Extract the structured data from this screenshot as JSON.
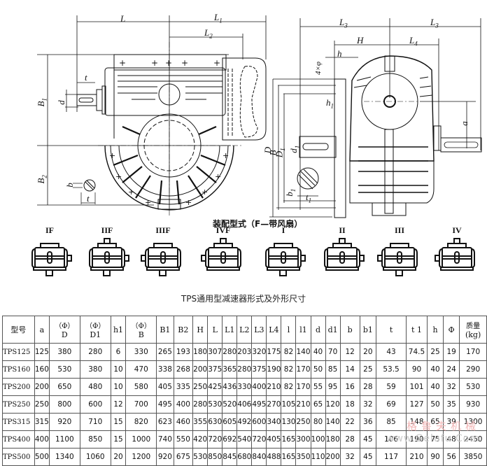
{
  "drawing": {
    "dimension_labels": {
      "L": "L",
      "L1": "L",
      "L1_sub": "1",
      "L2": "L",
      "L2_sub": "2",
      "L3_left": "L",
      "L3_left_sub": "3",
      "L3_right": "L",
      "L3_right_sub": "3",
      "H": "H",
      "L4": "L",
      "L4_sub": "4",
      "h": "h",
      "h1": "h",
      "h1_sub": "1",
      "hole": "4×φ",
      "B1": "B",
      "B1_sub": "1",
      "B2": "B",
      "B2_sub": "2",
      "d": "d",
      "t": "t",
      "b": "b",
      "t_lower": "t",
      "D": "D",
      "B": "B",
      "D1": "D",
      "D1_sub": "1",
      "d1": "d",
      "d1_sub": "1",
      "b1": "b",
      "b1_sub": "1",
      "t1": "t",
      "t1_sub": "1",
      "a": "a"
    },
    "assembly_title": "装配型式（F—带风扇）",
    "mounting_types": [
      {
        "label": "IF",
        "shaft_top": false,
        "shaft_bottom": true,
        "shaft_left": false,
        "shaft_right": true
      },
      {
        "label": "IIF",
        "shaft_top": true,
        "shaft_bottom": true,
        "shaft_left": false,
        "shaft_right": true
      },
      {
        "label": "IIIF",
        "shaft_top": false,
        "shaft_bottom": true,
        "shaft_left": true,
        "shaft_right": false
      },
      {
        "label": "IVF",
        "shaft_top": true,
        "shaft_bottom": false,
        "shaft_left": true,
        "shaft_right": false
      },
      {
        "label": "I",
        "shaft_top": false,
        "shaft_bottom": true,
        "shaft_left": false,
        "shaft_right": true
      },
      {
        "label": "II",
        "shaft_top": true,
        "shaft_bottom": false,
        "shaft_left": false,
        "shaft_right": true
      },
      {
        "label": "III",
        "shaft_top": false,
        "shaft_bottom": true,
        "shaft_left": true,
        "shaft_right": false
      },
      {
        "label": "IV",
        "shaft_top": true,
        "shaft_bottom": false,
        "shaft_left": true,
        "shaft_right": false
      }
    ]
  },
  "caption": "TPS通用型减速器形式及外形尺寸",
  "table": {
    "headers": [
      {
        "top": "",
        "main": "型号"
      },
      {
        "top": "",
        "main": "a"
      },
      {
        "top": "（Φ）",
        "main": "D"
      },
      {
        "top": "（Φ）",
        "main": "D1"
      },
      {
        "top": "",
        "main": "h1"
      },
      {
        "top": "（Φ）",
        "main": "B"
      },
      {
        "top": "",
        "main": "B1"
      },
      {
        "top": "",
        "main": "B2"
      },
      {
        "top": "",
        "main": "H"
      },
      {
        "top": "",
        "main": "L"
      },
      {
        "top": "",
        "main": "L1"
      },
      {
        "top": "",
        "main": "L2"
      },
      {
        "top": "",
        "main": "L3"
      },
      {
        "top": "",
        "main": "L4"
      },
      {
        "top": "",
        "main": "l"
      },
      {
        "top": "",
        "main": "l1"
      },
      {
        "top": "",
        "main": "d"
      },
      {
        "top": "",
        "main": "d1"
      },
      {
        "top": "",
        "main": "b"
      },
      {
        "top": "",
        "main": "b1"
      },
      {
        "top": "",
        "main": "t"
      },
      {
        "top": "",
        "main": "t 1"
      },
      {
        "top": "",
        "main": "h"
      },
      {
        "top": "",
        "main": "Φ"
      },
      {
        "top": "质量",
        "main": "(kg)"
      }
    ],
    "rows": [
      [
        "TPS125",
        "125",
        "380",
        "280",
        "6",
        "330",
        "265",
        "193",
        "180",
        "307",
        "280",
        "203",
        "320",
        "175",
        "82",
        "140",
        "40",
        "70",
        "12",
        "20",
        "43",
        "74.5",
        "25",
        "19",
        "170"
      ],
      [
        "TPS160",
        "160",
        "530",
        "380",
        "10",
        "470",
        "338",
        "268",
        "200",
        "375",
        "365",
        "280",
        "375",
        "190",
        "82",
        "170",
        "50",
        "85",
        "14",
        "25",
        "53.5",
        "90",
        "40",
        "24",
        "290"
      ],
      [
        "TPS200",
        "200",
        "650",
        "480",
        "10",
        "580",
        "405",
        "335",
        "250",
        "425",
        "436",
        "330",
        "400",
        "210",
        "82",
        "170",
        "55",
        "95",
        "16",
        "28",
        "59",
        "101",
        "40",
        "32",
        "530"
      ],
      [
        "TPS250",
        "250",
        "800",
        "600",
        "12",
        "700",
        "495",
        "400",
        "280",
        "530",
        "520",
        "406",
        "495",
        "270",
        "105",
        "210",
        "65",
        "120",
        "18",
        "32",
        "69",
        "127",
        "50",
        "35",
        "930"
      ],
      [
        "TPS315",
        "315",
        "920",
        "710",
        "15",
        "820",
        "623",
        "460",
        "355",
        "630",
        "605",
        "492",
        "600",
        "340",
        "130",
        "250",
        "80",
        "140",
        "22",
        "36",
        "85",
        "148",
        "65",
        "39",
        "1300"
      ],
      [
        "TPS400",
        "400",
        "1100",
        "850",
        "15",
        "1000",
        "740",
        "550",
        "420",
        "720",
        "692",
        "540",
        "720",
        "405",
        "165",
        "300",
        "100",
        "180",
        "28",
        "45",
        "106",
        "190",
        "75",
        "48",
        "2450"
      ],
      [
        "TPS500",
        "500",
        "1340",
        "1060",
        "20",
        "1200",
        "920",
        "675",
        "530",
        "850",
        "845",
        "680",
        "840",
        "488",
        "165",
        "350",
        "110",
        "200",
        "32",
        "45",
        "117",
        "210",
        "90",
        "56",
        "3850"
      ]
    ]
  },
  "watermark": {
    "cn": "格鲁夫机械",
    "en": "www.Gelufu.Com"
  }
}
